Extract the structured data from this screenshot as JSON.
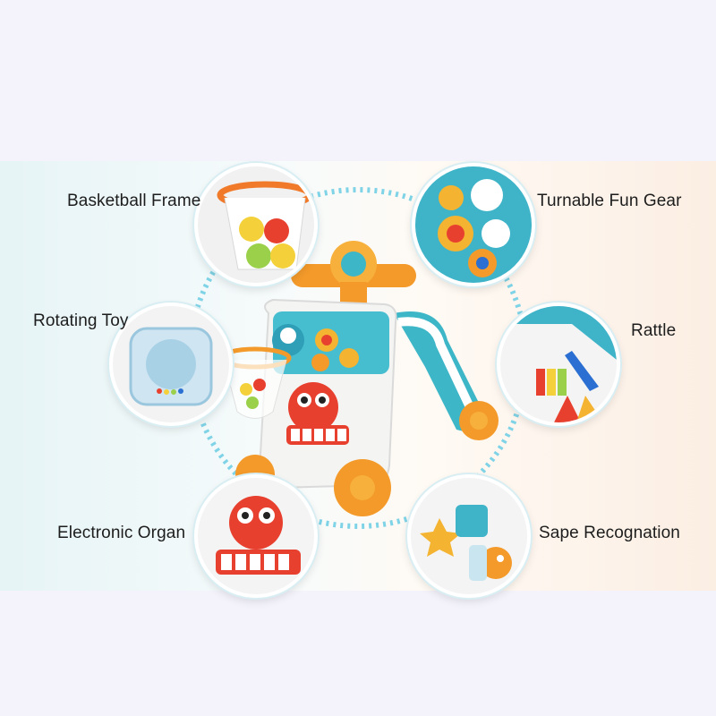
{
  "features": [
    {
      "id": "basketball",
      "label": "Basketball Frame"
    },
    {
      "id": "gear",
      "label": "Turnable Fun Gear"
    },
    {
      "id": "rotating",
      "label": "Rotating Toy"
    },
    {
      "id": "rattle",
      "label": "Rattle"
    },
    {
      "id": "organ",
      "label": "Electronic Organ"
    },
    {
      "id": "shape",
      "label": "Sape Recognation"
    }
  ],
  "colors": {
    "ring": "#7fd3e6",
    "teal": "#3db6c8",
    "orange": "#f39a2a",
    "red": "#e8402f",
    "body": "#f4f4f2"
  }
}
